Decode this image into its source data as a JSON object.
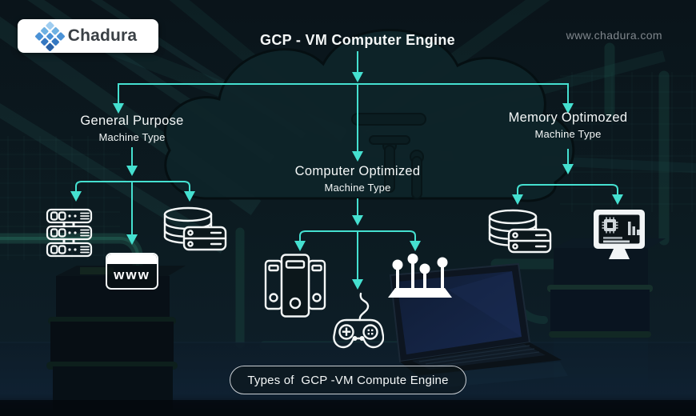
{
  "colors": {
    "accent": "#45e0d0",
    "text_white": "#f4f7f7",
    "website_gray": "#7f868c",
    "logo_ink": "#3a4045",
    "logo_blue": "#4b92d6",
    "background_dark": "#0b151b"
  },
  "header": {
    "logo_text": "Chadura",
    "title": "GCP - VM Computer Engine",
    "website": "www.chadura.com"
  },
  "branches": [
    {
      "id": "general-purpose",
      "label": "General Purpose",
      "sublabel": "Machine Type",
      "children": [
        "server-rack-icon",
        "www-browser-icon",
        "database-server-icon"
      ]
    },
    {
      "id": "computer-optimized",
      "label": "Computer Optimized",
      "sublabel": "Machine Type",
      "children": [
        "pc-towers-icon",
        "gamepad-icon",
        "circuit-pins-icon"
      ]
    },
    {
      "id": "memory-optimized",
      "label": "Memory Optimozed",
      "sublabel": "Machine Type",
      "children": [
        "database-server-icon",
        "monitor-analytics-icon"
      ]
    }
  ],
  "icons": {
    "www_label": "www"
  },
  "caption": "Types of  GCP -VM Compute Engine"
}
